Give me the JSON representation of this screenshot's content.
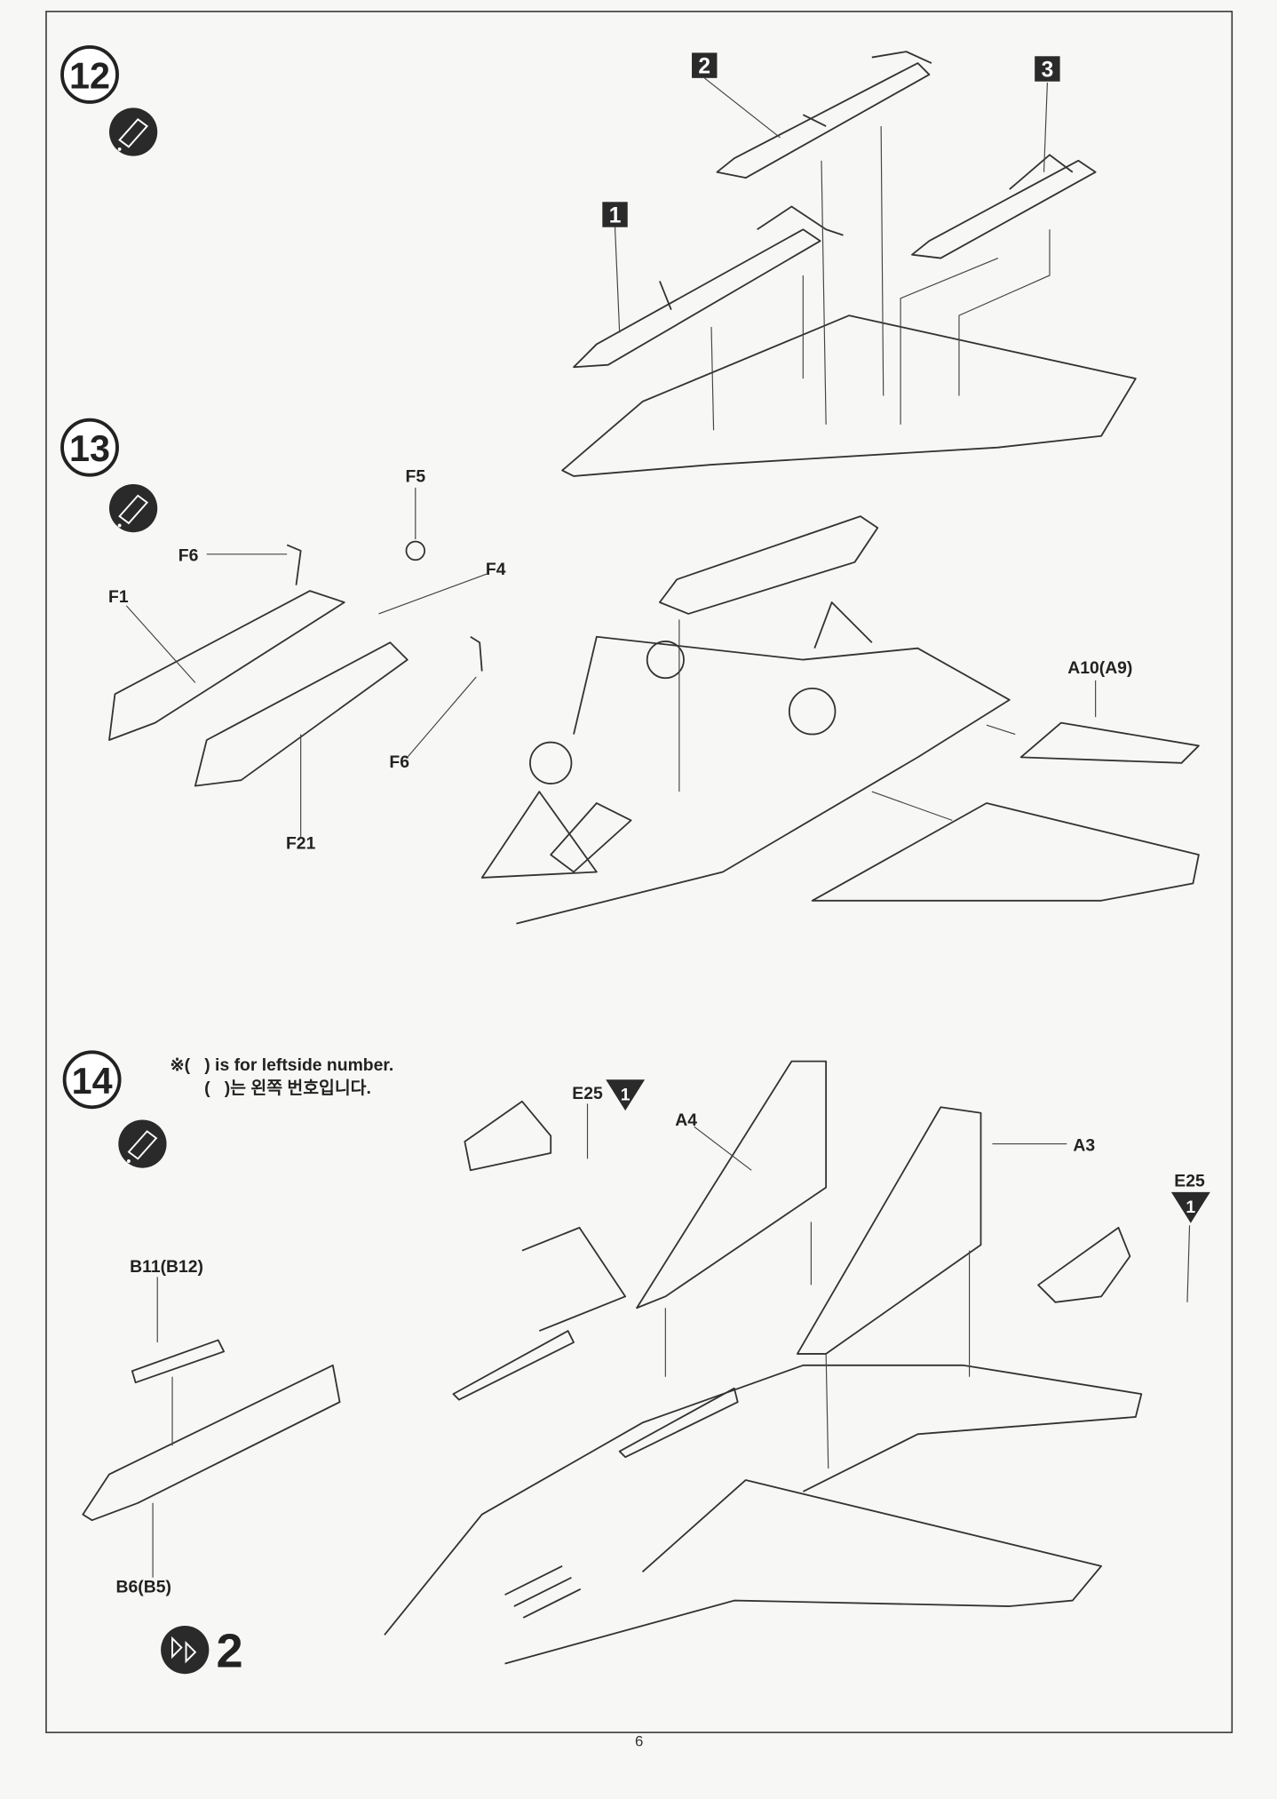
{
  "steps": [
    {
      "number": "12",
      "icon": "glue-icon",
      "callouts": [
        "1",
        "2",
        "3"
      ]
    },
    {
      "number": "13",
      "icon": "glue-icon",
      "parts": [
        "F5",
        "F6",
        "F4",
        "F1",
        "F6",
        "F21",
        "A10(A9)"
      ]
    },
    {
      "number": "14",
      "icon": "glue-icon",
      "note_en": "※(   ) is for leftside number.",
      "note_ko": "(   )는 왼쪽 번호입니다.",
      "parts": [
        "E25",
        "A4",
        "A3",
        "E25",
        "B11(B12)",
        "B6(B5)"
      ],
      "decal_markers": [
        "1",
        "1"
      ]
    }
  ],
  "repeat_marker": {
    "icon": "repeat-arrows-icon",
    "count": "2"
  },
  "page_number": "6"
}
